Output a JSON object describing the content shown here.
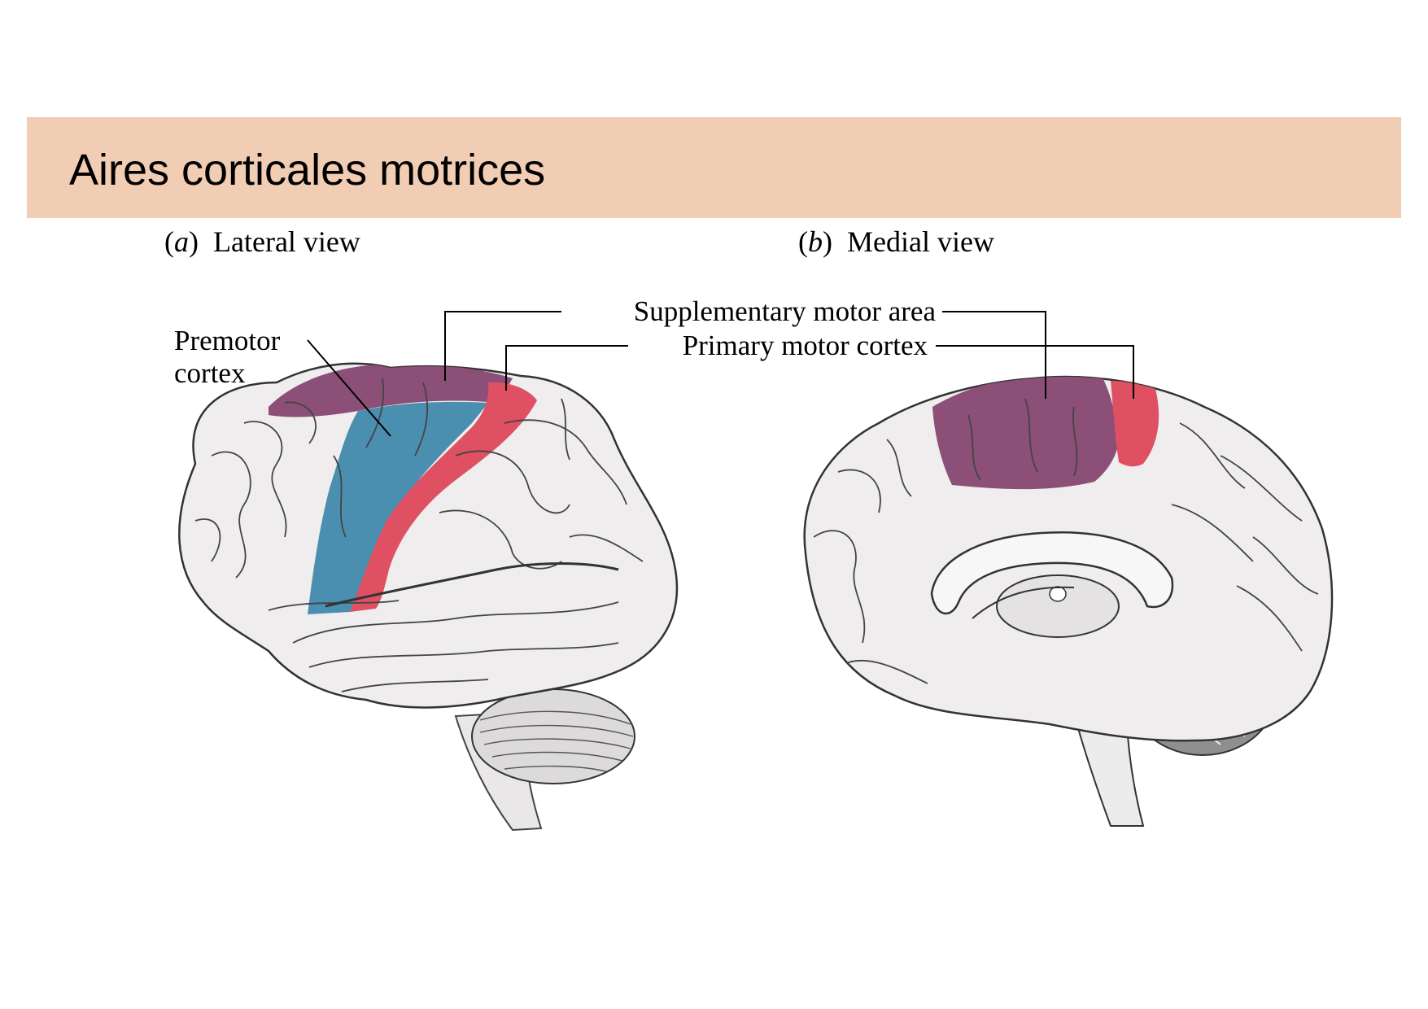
{
  "title": "Aires corticales motrices",
  "panels": {
    "a": {
      "letter": "a",
      "caption": "Lateral view"
    },
    "b": {
      "letter": "b",
      "caption": "Medial view"
    }
  },
  "labels": {
    "premotor_line1": "Premotor",
    "premotor_line2": "cortex",
    "supplementary": "Supplementary motor area",
    "primary": "Primary motor cortex"
  },
  "colors": {
    "header_band": "#f1cdb4",
    "premotor": "#4b8fb0",
    "primary_motor": "#e05063",
    "supplementary_motor": "#8c4f78",
    "brain_tissue": "#efeded"
  }
}
